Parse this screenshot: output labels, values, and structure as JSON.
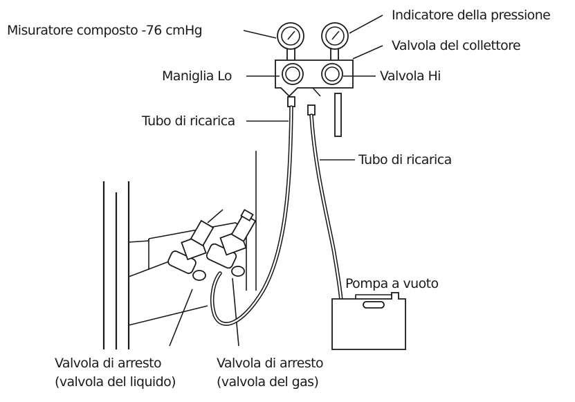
{
  "labels": {
    "compound_gauge": "Misuratore composto -76 cmHg",
    "pressure_gauge": "Indicatore della pressione",
    "manifold_valve": "Valvola del collettore",
    "lo_handle": "Maniglia Lo",
    "hi_valve": "Valvola Hi",
    "charge_hose_left": "Tubo di ricarica",
    "charge_hose_right": "Tubo di ricarica",
    "vacuum_pump": "Pompa a vuoto",
    "stop_valve_liquid_line1": "Valvola di arresto",
    "stop_valve_liquid_line2": "(valvola del liquido)",
    "stop_valve_gas_line1": "Valvola di arresto",
    "stop_valve_gas_line2": "(valvola del gas)"
  }
}
